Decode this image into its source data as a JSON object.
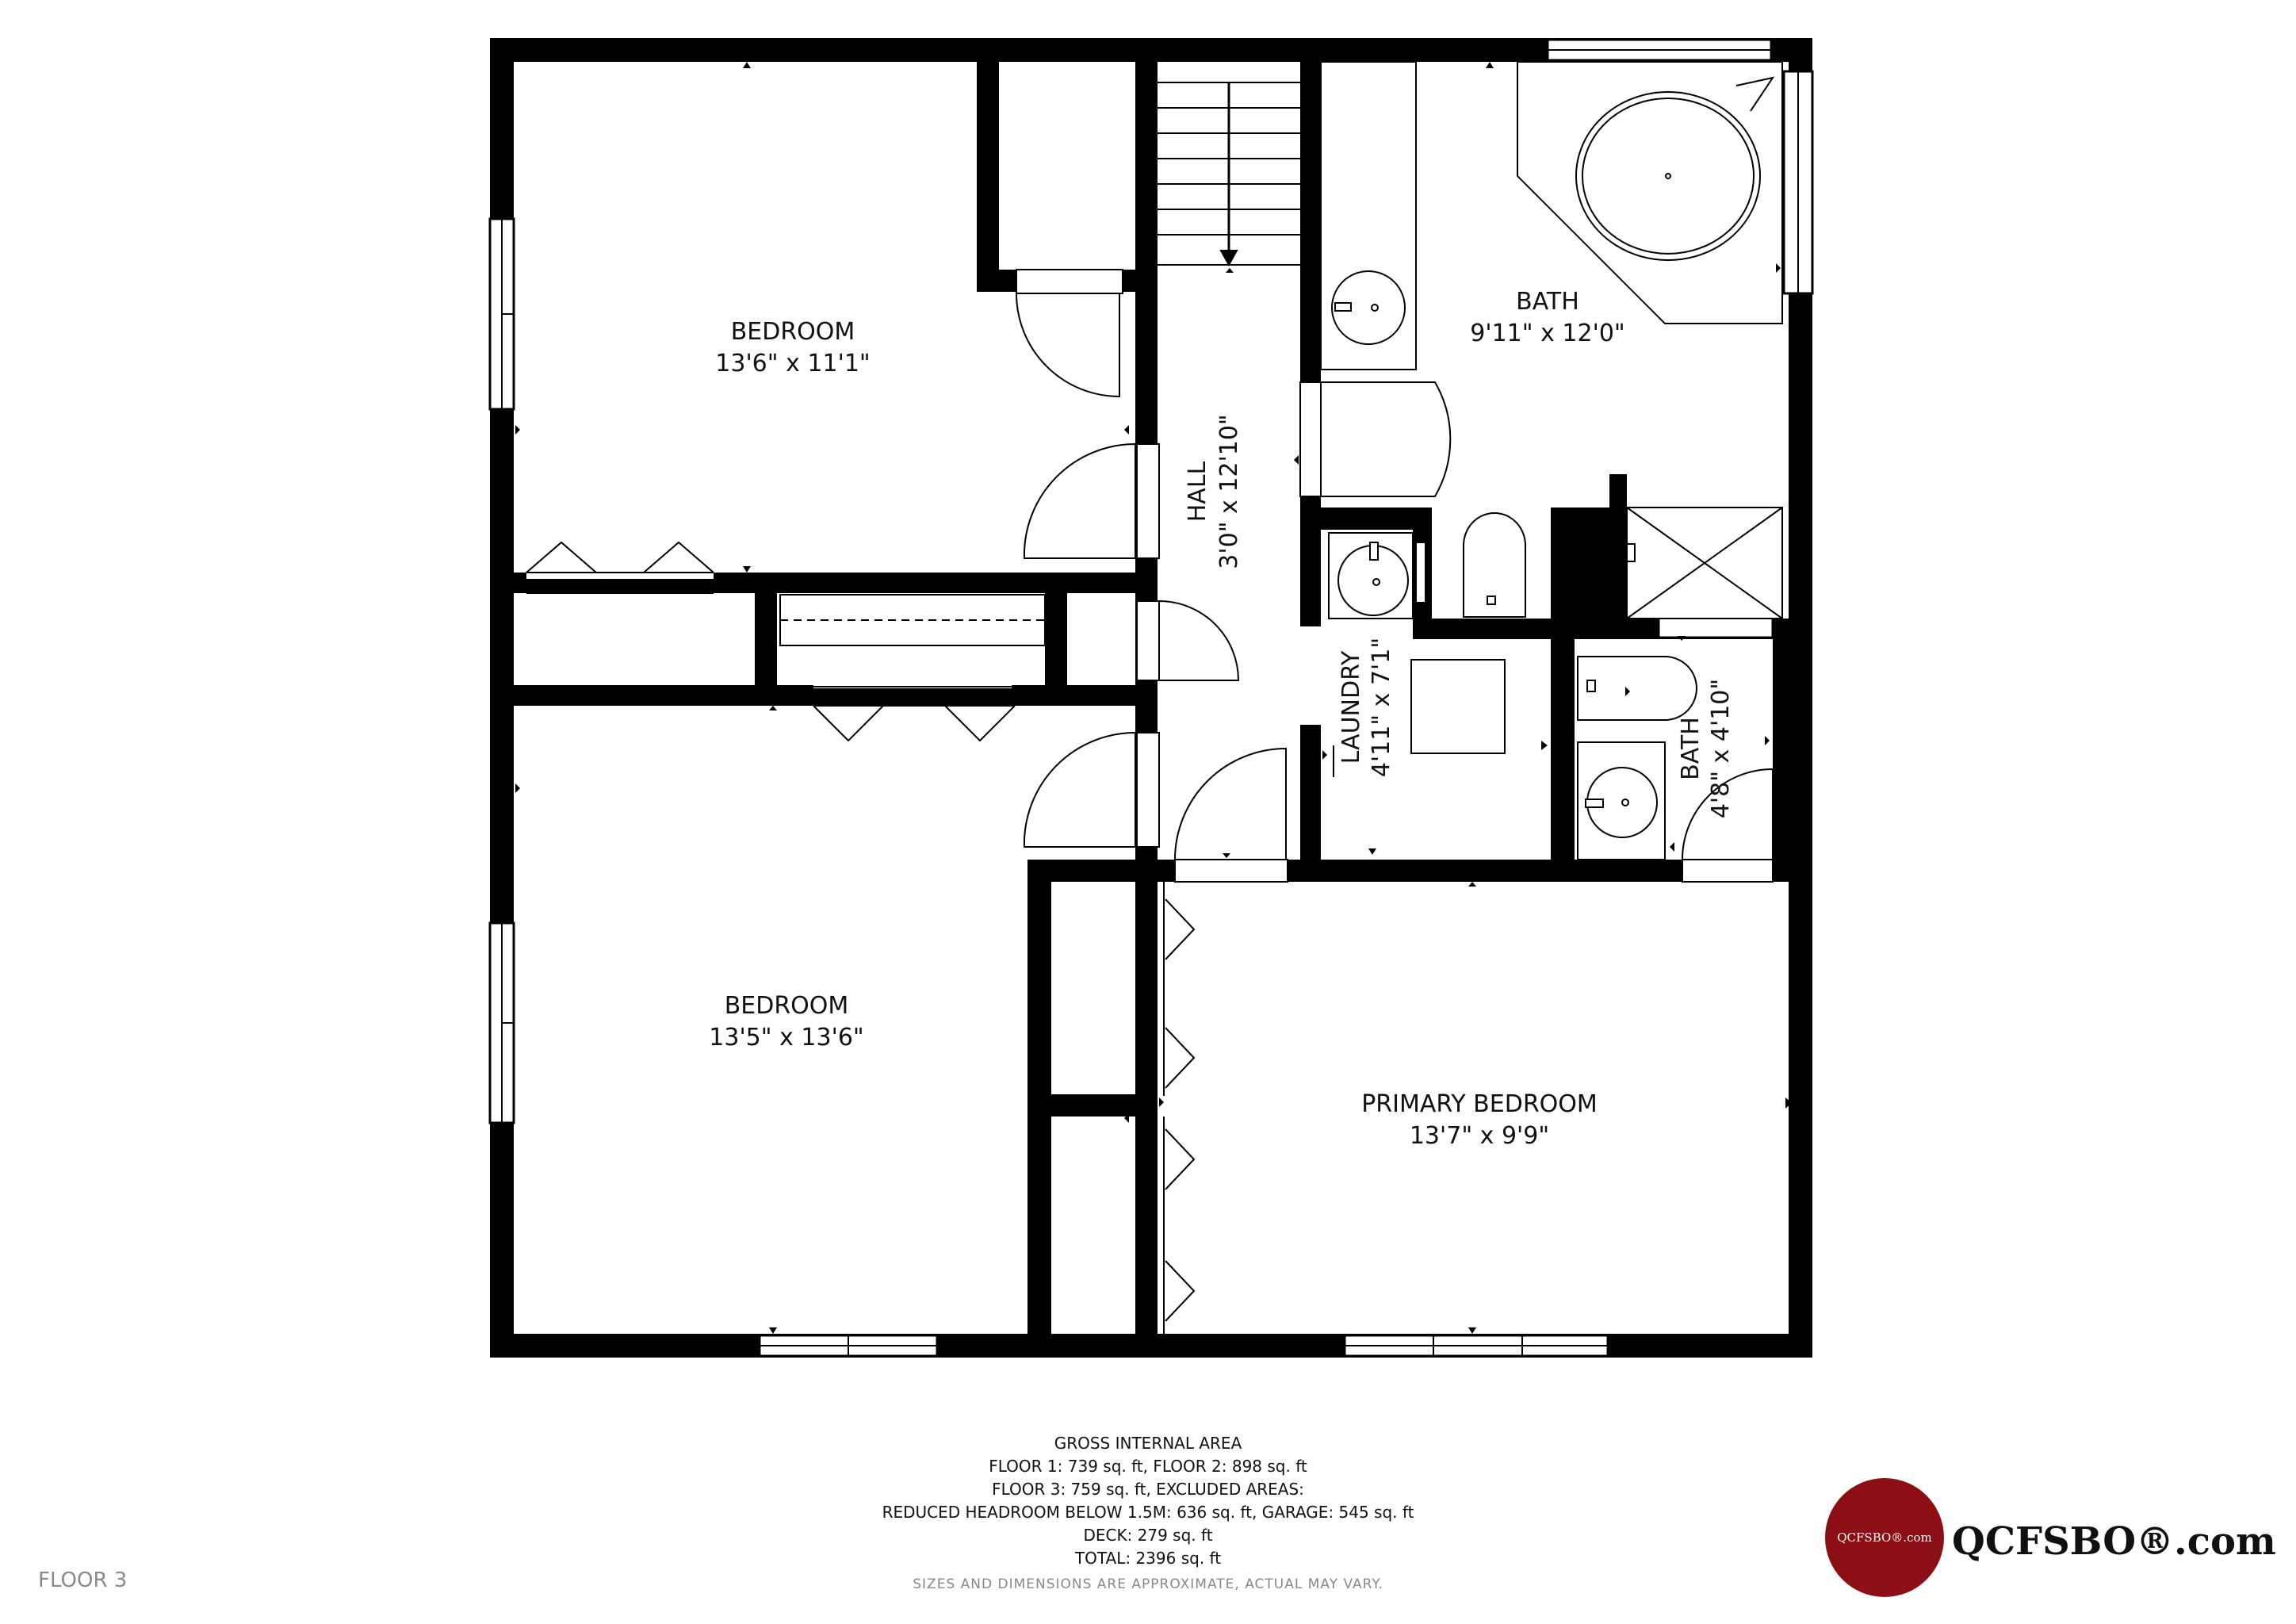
{
  "rooms": {
    "bedroom_1": {
      "name": "BEDROOM",
      "dims": "13'6\" x 11'1\""
    },
    "bedroom_2": {
      "name": "BEDROOM",
      "dims": "13'5\" x 13'6\""
    },
    "hall": {
      "name": "HALL",
      "dims": "3'0\" x 12'10\""
    },
    "bath_main": {
      "name": "BATH",
      "dims": "9'11\" x 12'0\""
    },
    "laundry": {
      "name": "LAUNDRY",
      "dims": "4'11\" x 7'1\""
    },
    "bath_small": {
      "name": "BATH",
      "dims": "4'8\" x 4'10\""
    },
    "primary_bedroom": {
      "name": "PRIMARY BEDROOM",
      "dims": "13'7\" x 9'9\""
    }
  },
  "footer": {
    "lines": [
      "GROSS INTERNAL AREA",
      "FLOOR 1: 739 sq. ft, FLOOR 2: 898 sq. ft",
      "FLOOR 3: 759 sq. ft, EXCLUDED AREAS:",
      "REDUCED HEADROOM BELOW 1.5M: 636 sq. ft, GARAGE: 545 sq. ft",
      "DECK: 279 sq. ft",
      "TOTAL: 2396 sq. ft"
    ],
    "note": "SIZES AND DIMENSIONS ARE APPROXIMATE, ACTUAL MAY VARY.",
    "floor_label": "FLOOR 3"
  },
  "logo": {
    "badge_text": "QCFSBO®.com",
    "wordmark": "QCFSBO®.com",
    "color": "#8b0f14"
  }
}
